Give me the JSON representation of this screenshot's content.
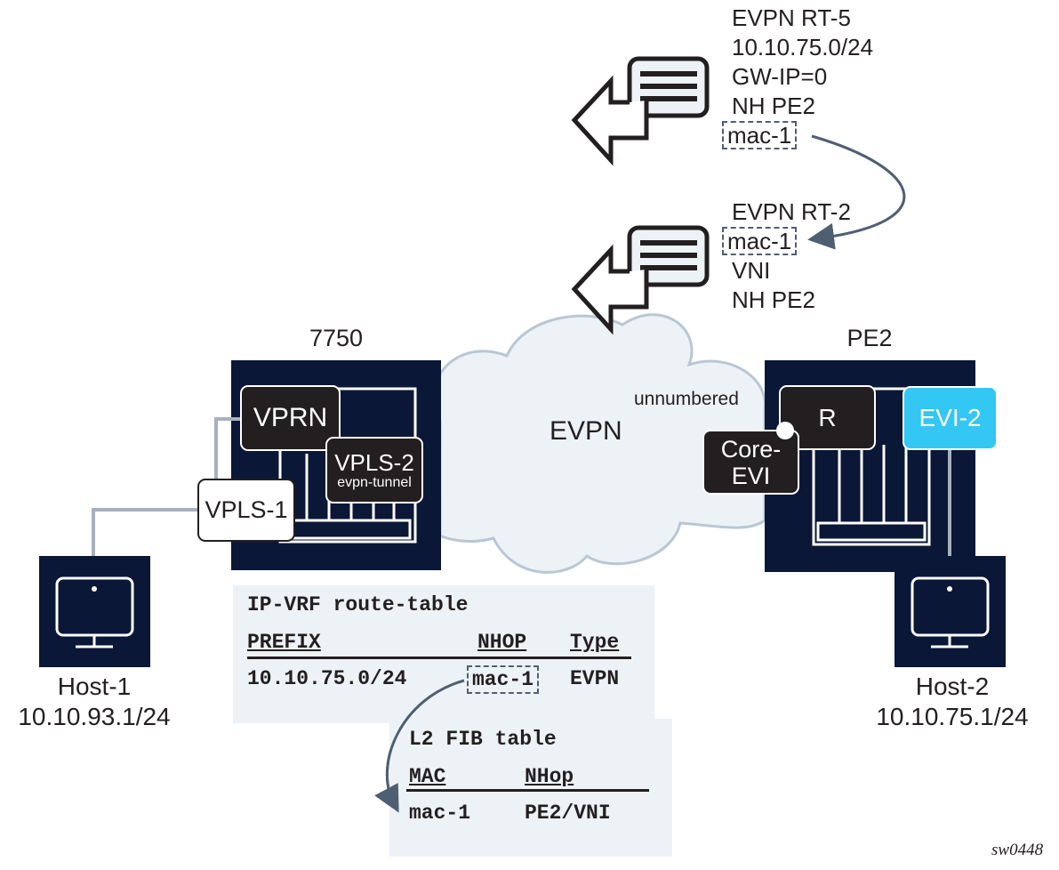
{
  "colors": {
    "device_navy": "#0b1736",
    "service_dark": "#231f20",
    "evi_accent": "#33c7f4",
    "cloud_fill": "#edf2f7",
    "cloud_stroke": "#b9c7d3",
    "link_gray": "#a7b1bd",
    "arrow_slate": "#4f5f72"
  },
  "advertisements": {
    "rt5": {
      "lines": [
        "EVPN RT-5",
        "10.10.75.0/24",
        "GW-IP=0",
        "NH PE2"
      ],
      "mac": "mac-1",
      "icon": "message-arrow-left-icon"
    },
    "rt2": {
      "line1": "EVPN RT-2",
      "mac": "mac-1",
      "lines_after": [
        "VNI",
        "NH PE2"
      ],
      "icon": "message-arrow-left-icon"
    }
  },
  "cloud": {
    "label": "EVPN",
    "link_label": "unnumbered"
  },
  "devices": {
    "left": {
      "name": "7750",
      "services": {
        "vprn": "VPRN",
        "vpls2": "VPLS-2",
        "vpls2_sub": "evpn-tunnel",
        "vpls1": "VPLS-1"
      }
    },
    "right": {
      "name": "PE2",
      "services": {
        "r": "R",
        "core_evi_1": "Core-",
        "core_evi_2": "EVI",
        "evi2": "EVI-2"
      }
    }
  },
  "hosts": [
    {
      "name": "Host-1",
      "ip": "10.10.93.1/24",
      "icon": "monitor-icon"
    },
    {
      "name": "Host-2",
      "ip": "10.10.75.1/24",
      "icon": "monitor-icon"
    }
  ],
  "ip_vrf_table": {
    "title": "IP-VRF route-table",
    "columns": [
      "PREFIX",
      "NHOP",
      "Type"
    ],
    "rows": [
      {
        "prefix": "10.10.75.0/24",
        "nhop": "mac-1",
        "type": "EVPN"
      }
    ]
  },
  "l2_fib_table": {
    "title": "L2 FIB table",
    "columns": [
      "MAC",
      "NHop"
    ],
    "rows": [
      {
        "mac": "mac-1",
        "nhop": "PE2/VNI"
      }
    ]
  },
  "figure_id": "sw0448"
}
